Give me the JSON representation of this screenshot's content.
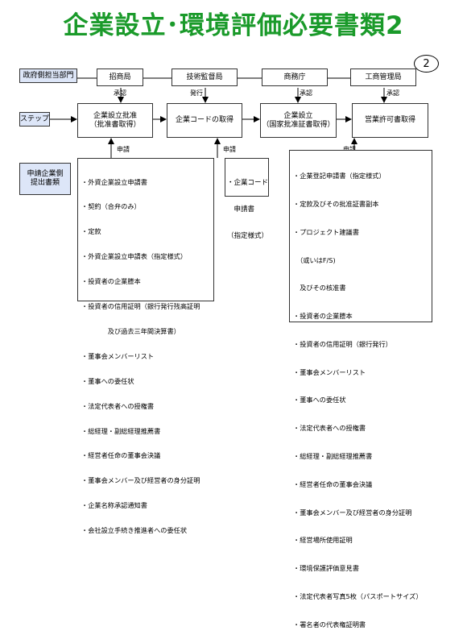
{
  "title": "企業設立･環境評価必要書類2",
  "page_number": "2",
  "row_labels": {
    "authority": "政府側担当部門",
    "step": "ステップ",
    "documents": "申請企業側\n提出書類"
  },
  "authorities": [
    "招商局",
    "技術監督局",
    "商務庁",
    "工商管理局"
  ],
  "arrow_labels": {
    "approval1": "承認",
    "issue": "発行",
    "approval2": "承認",
    "approval3": "承認",
    "apply1": "申請",
    "apply2": "申請",
    "apply3": "申請"
  },
  "steps": [
    "企業設立批准\n（批准書取得）",
    "企業コードの取得",
    "企業設立\n（国家批准証書取得）",
    "営業許可書取得"
  ],
  "docs_left": [
    "・外資企業設立申請書",
    "・契約（合弁のみ）",
    "・定款",
    "・外資企業設立申請表（指定様式）",
    "・投資者の企業謄本",
    "・投資者の信用証明（銀行発行残高証明",
    "　　　　及び過去三年間決算書）",
    "・董事会メンバーリスト",
    "・董事への委任状",
    "・法定代表者への授権書",
    "・総経理・副総経理推薦書",
    "・経営者任命の董事会決議",
    "・董事会メンバー及び経営者の身分証明",
    "・企業名称承認通知書",
    "・会社設立手続き推進者への委任状"
  ],
  "docs_middle": [
    "・企業コード",
    "　申請書",
    "（指定様式）"
  ],
  "docs_right": [
    "・企業登記申請書（指定様式）",
    "・定款及びその批准証書副本",
    "・プロジェクト建議書",
    "　（或いはF/S)",
    "　及びその核准書",
    "・投資者の企業謄本",
    "・投資者の信用証明（銀行発行）",
    "・董事会メンバーリスト",
    "・董事への委任状",
    "・法定代表者への授権書",
    "・総経理・副総経理推薦書",
    "・経営者任命の董事会決議",
    "・董事会メンバー及び経営者の身分証明",
    "・経営場所使用証明",
    "・環境保護評価意見書",
    "・法定代表者写真5枚（パスポートサイズ）",
    "・署名者の代表権証明書"
  ]
}
